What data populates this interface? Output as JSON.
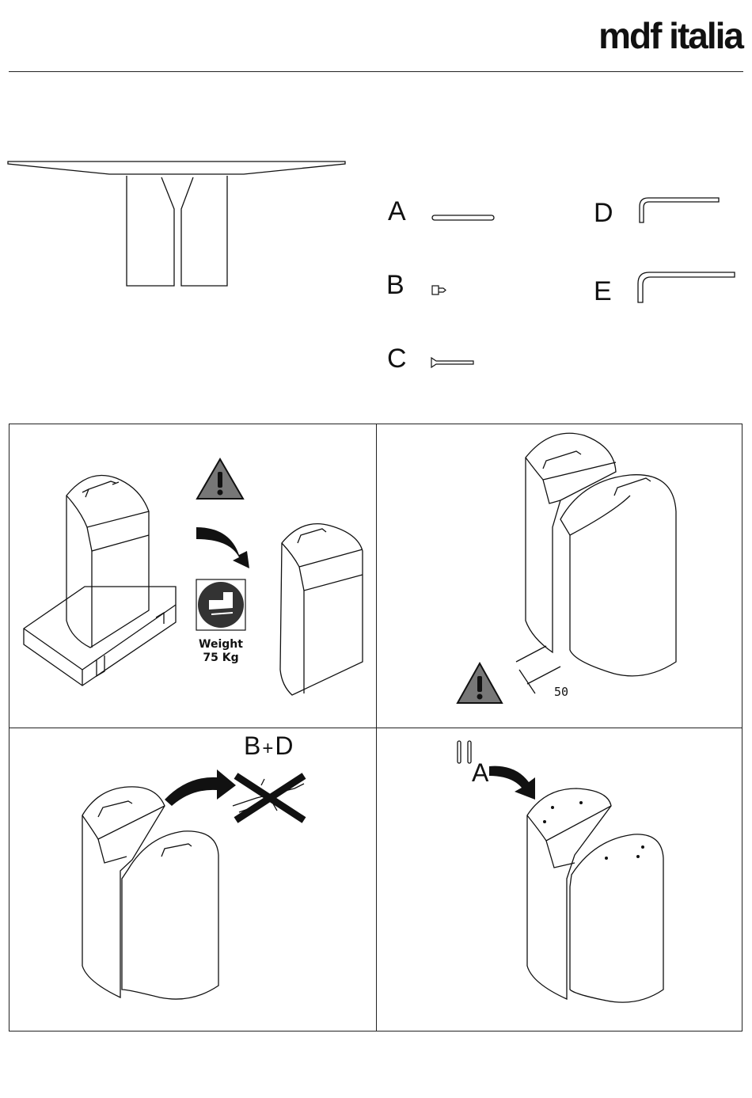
{
  "header": {
    "brand": "mdf italia"
  },
  "parts": [
    {
      "letter": "A",
      "icon": "dowel-pin-icon"
    },
    {
      "letter": "B",
      "icon": "small-screw-icon"
    },
    {
      "letter": "C",
      "icon": "long-bolt-icon"
    },
    {
      "letter": "D",
      "icon": "small-allen-key-icon"
    },
    {
      "letter": "E",
      "icon": "large-allen-key-icon"
    }
  ],
  "steps": {
    "step1": {
      "weight_label": "Weight",
      "weight_value": "75 Kg"
    },
    "step2": {
      "distance": "50"
    },
    "step3": {
      "part_left": "B",
      "plus": "+",
      "part_right": "D"
    },
    "step4": {
      "part": "A"
    }
  },
  "colors": {
    "line": "#111111",
    "warning_fill": "#777777",
    "boot_circle": "#333333"
  }
}
